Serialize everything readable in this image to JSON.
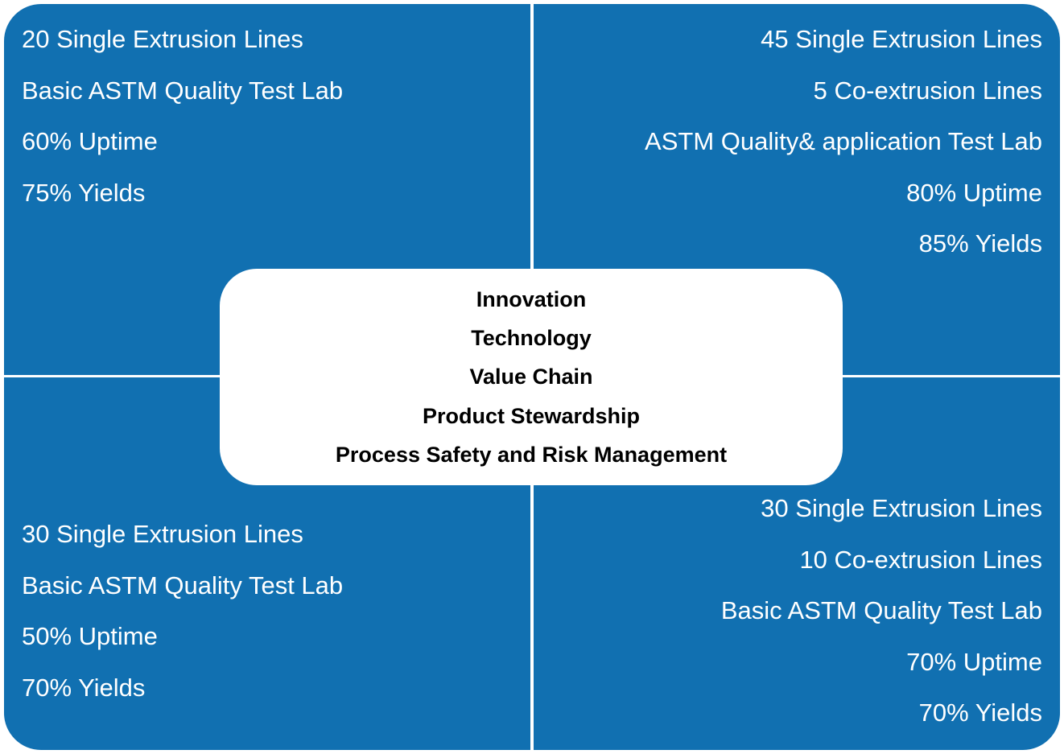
{
  "quadrants": {
    "top_left": [
      "20 Single Extrusion Lines",
      "Basic ASTM Quality Test Lab",
      "60% Uptime",
      "75% Yields"
    ],
    "top_right": [
      "45 Single Extrusion Lines",
      "5 Co-extrusion Lines",
      "ASTM Quality& application Test Lab",
      "80% Uptime",
      "85% Yields"
    ],
    "bottom_left": [
      "30 Single Extrusion Lines",
      "Basic ASTM Quality Test Lab",
      "50% Uptime",
      "70% Yields"
    ],
    "bottom_right": [
      "30 Single Extrusion Lines",
      "10 Co-extrusion Lines",
      "Basic ASTM Quality Test Lab",
      "70% Uptime",
      "70% Yields"
    ]
  },
  "center": [
    "Innovation",
    "Technology",
    "Value Chain",
    "Product Stewardship",
    "Process Safety and Risk Management"
  ],
  "colors": {
    "quadrant": "#1170b1",
    "center": "#ffffff"
  }
}
